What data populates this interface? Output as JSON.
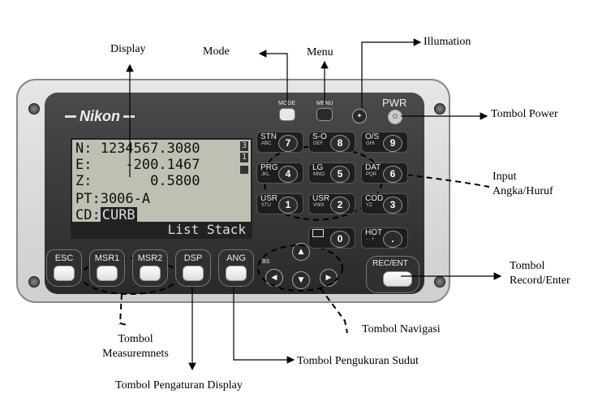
{
  "callouts": {
    "display": "Display",
    "mode": "Mode",
    "menu": "Menu",
    "illumination": "Illumation",
    "power": "Tombol Power",
    "input": "Input\nAngka/Huruf",
    "record_enter": "Tombol\nRecord/Enter",
    "navigation": "Tombol Navigasi",
    "measurements": "Tombol\nMeasuremnets",
    "angle": "Tombol Pengukuran Sudut",
    "display_settings": "Tombol Pengaturan Display"
  },
  "device": {
    "brand": "Nikon",
    "mode_label": "MODE",
    "menu_label": "MENU",
    "pwr_label": "PWR",
    "lcd": {
      "line_n": "N: 1234567.3080",
      "line_e": "E:    -200.1467",
      "line_z": "Z:       0.5800",
      "line_pt": "PT:3006-A",
      "cd_prefix": "CD:",
      "cd_value": "CURB",
      "status_bar": "List Stack",
      "side_indicators": [
        "3",
        "1"
      ]
    },
    "keypad": [
      {
        "label": "STN",
        "sub": "ABC",
        "num": "7"
      },
      {
        "label": "S-O",
        "sub": "DEF",
        "num": "8"
      },
      {
        "label": "O/S",
        "sub": "GHI",
        "num": "9"
      },
      {
        "label": "PRG",
        "sub": "JKL",
        "num": "4"
      },
      {
        "label": "LG",
        "sub": "MNO",
        "num": "5"
      },
      {
        "label": "DAT",
        "sub": "PQR",
        "num": "6"
      },
      {
        "label": "USR",
        "sub": "STU",
        "num": "1"
      },
      {
        "label": "USR",
        "sub": "VWX",
        "num": "2"
      },
      {
        "label": "COD",
        "sub": "YZ",
        "num": "3"
      },
      {
        "label": "",
        "sub": "",
        "num": "0"
      },
      {
        "label": "HOT",
        "sub": "- . +",
        "num": "."
      }
    ],
    "softkeys": [
      "ESC",
      "MSR1",
      "MSR2",
      "DSP",
      "ANG"
    ],
    "nav": {
      "bs_label": "BS",
      "up": "▲",
      "left": "◀",
      "down": "▼",
      "right": "▶",
      "plusminus": "+/-"
    },
    "rec_label": "REC/ENT"
  }
}
